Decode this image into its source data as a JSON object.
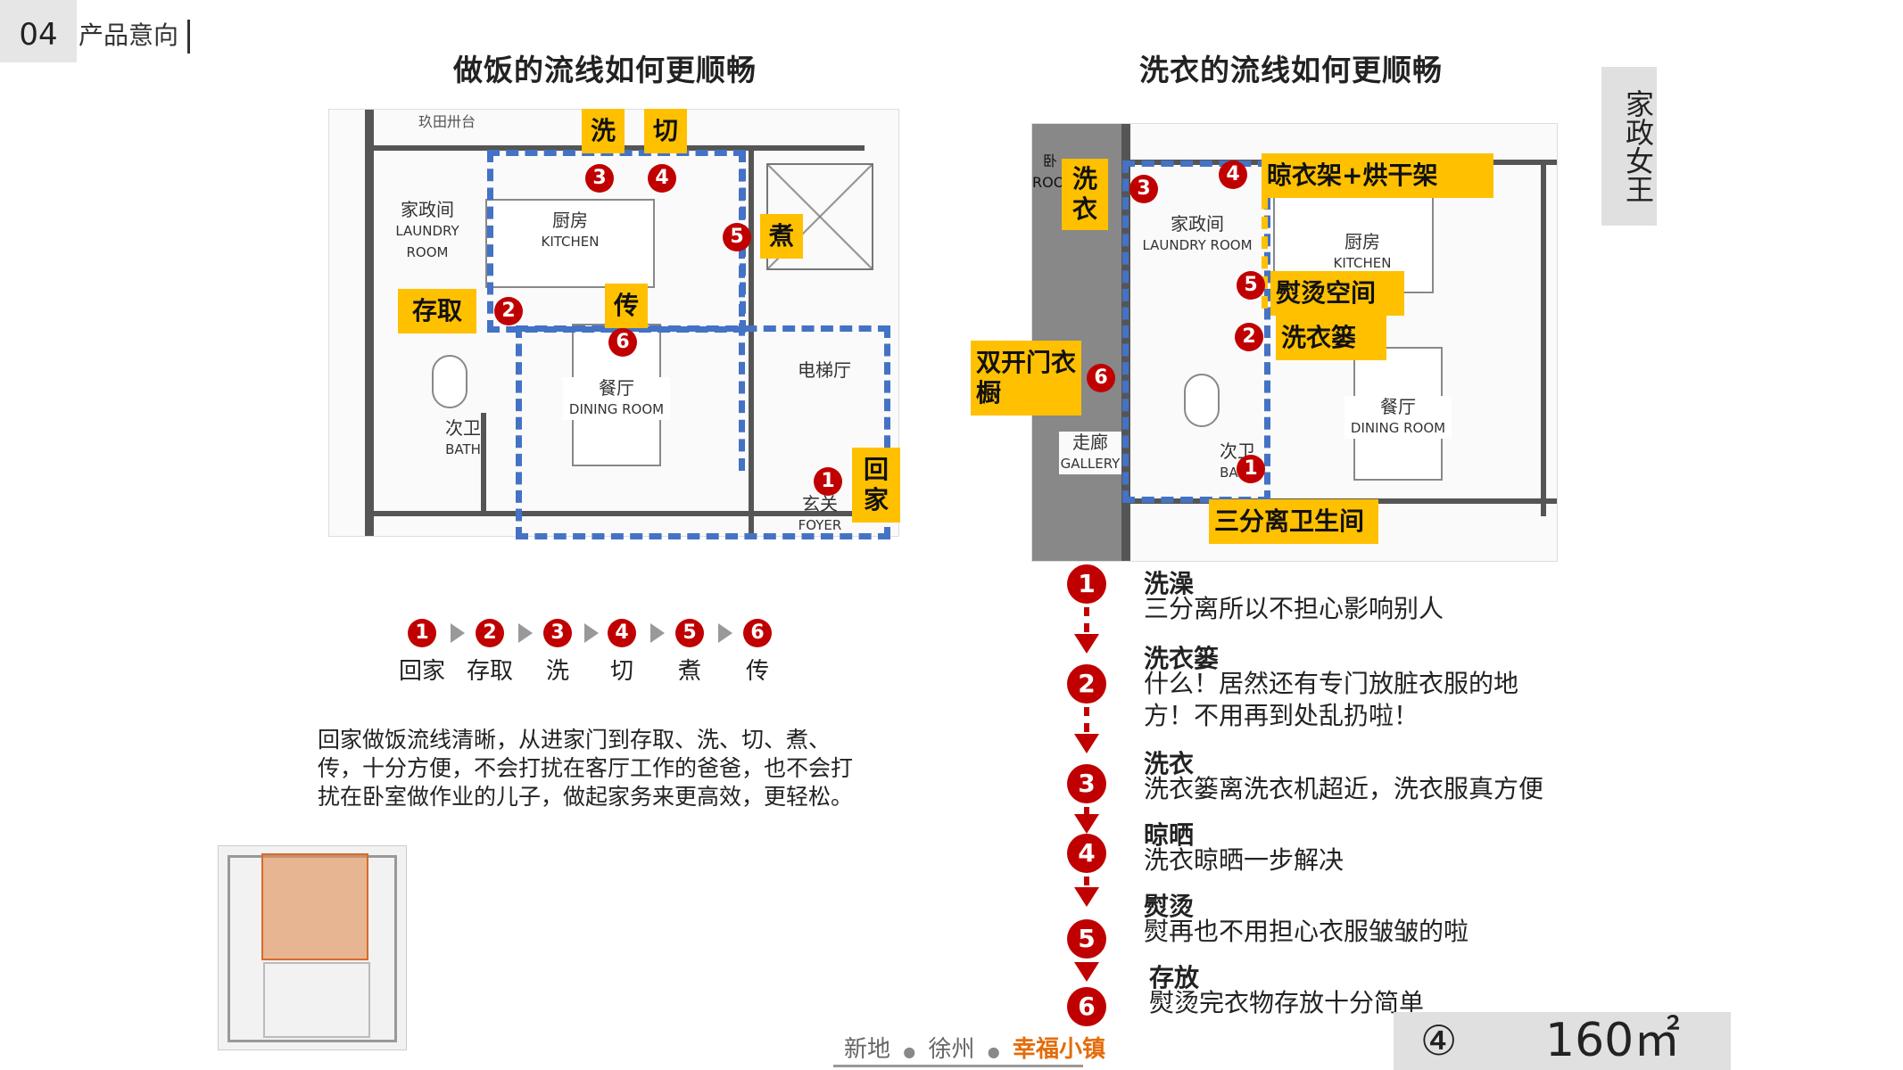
{
  "header": {
    "page_number": "04",
    "section": "产品意向"
  },
  "left": {
    "title": "做饭的流线如何更顺畅",
    "tags": {
      "wash": "洗",
      "cut": "切",
      "cook": "煮",
      "store": "存取",
      "serve": "传",
      "home": "回家"
    },
    "rooms": {
      "laundry_cn": "家政间",
      "laundry_en": "LAUNDRY ROOM",
      "kitchen_cn": "厨房",
      "kitchen_en": "KITCHEN",
      "dining_cn": "餐厅",
      "dining_en": "DINING ROOM",
      "bath_cn": "次卫",
      "bath_en": "BATH",
      "elevator": "电梯厅",
      "foyer_cn": "玄关",
      "foyer_en": "FOYER",
      "top": "玖田卅台"
    },
    "markers": [
      "1",
      "2",
      "3",
      "4",
      "5",
      "6"
    ],
    "flow": [
      {
        "n": "1",
        "label": "回家"
      },
      {
        "n": "2",
        "label": "存取"
      },
      {
        "n": "3",
        "label": "洗"
      },
      {
        "n": "4",
        "label": "切"
      },
      {
        "n": "5",
        "label": "煮"
      },
      {
        "n": "6",
        "label": "传"
      }
    ],
    "paragraph": "回家做饭流线清晰，从进家门到存取、洗、切、煮、传，十分方便，不会打扰在客厅工作的爸爸，也不会打扰在卧室做作业的儿子，做起家务来更高效，更轻松。"
  },
  "right": {
    "title": "洗衣的流线如何更顺畅",
    "side_label": "家政女王",
    "tags": {
      "wash": "洗衣",
      "dry": "晾衣架+烘干架",
      "iron": "熨烫空间",
      "basket": "洗衣篓",
      "wardrobe": "双开门衣橱",
      "bath": "三分离卫生间"
    },
    "rooms": {
      "laundry_cn": "家政间",
      "laundry_en": "LAUNDRY ROOM",
      "kitchen_cn": "厨房",
      "kitchen_en": "KITCHEN",
      "dining_cn": "餐厅",
      "dining_en": "DINING ROOM",
      "bath_cn": "次卫",
      "bath_en": "BATH",
      "gallery_cn": "走廊",
      "gallery_en": "GALLERY",
      "room": "卧 ROOM"
    },
    "markers": [
      "1",
      "2",
      "3",
      "4",
      "5",
      "6"
    ],
    "steps": [
      {
        "n": "1",
        "title": "洗澡",
        "desc": "三分离所以不担心影响别人"
      },
      {
        "n": "2",
        "title": "洗衣篓",
        "desc": "什么！居然还有专门放脏衣服的地方！不用再到处乱扔啦！"
      },
      {
        "n": "3",
        "title": "洗衣",
        "desc": "洗衣篓离洗衣机超近，洗衣服真方便"
      },
      {
        "n": "4",
        "title": "晾晒",
        "desc": "洗衣晾晒一步解决"
      },
      {
        "n": "5",
        "title": "熨烫",
        "desc": "熨再也不用担心衣服皱皱的啦"
      },
      {
        "n": "6",
        "title": "存放",
        "desc": "熨烫完衣物存放十分简单"
      }
    ]
  },
  "unit": {
    "index": "④",
    "area": "160㎡"
  },
  "footer": {
    "brand1": "新地",
    "brand2": "徐州",
    "brand3": "幸福小镇"
  },
  "colors": {
    "tag": "#ffc000",
    "marker": "#c00000",
    "dash": "#4472c4"
  }
}
